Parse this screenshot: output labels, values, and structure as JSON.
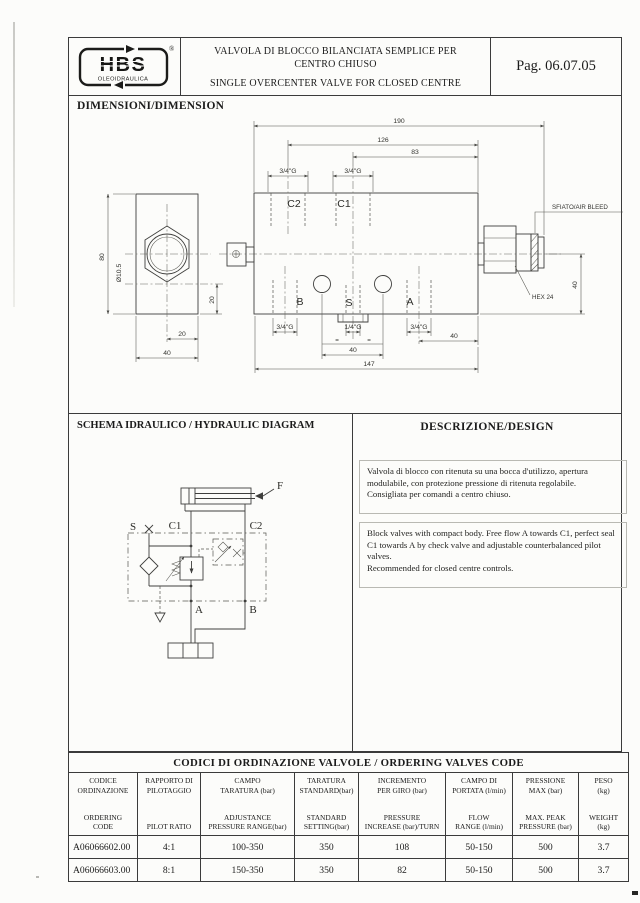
{
  "header": {
    "title_it": "VALVOLA DI BLOCCO BILANCIATA SEMPLICE  PER CENTRO CHIUSO",
    "title_en": "SINGLE OVERCENTER VALVE FOR CLOSED CENTRE",
    "page_no": "Pag. 06.07.05"
  },
  "logo": {
    "text": "HBS",
    "subtext": "OLEOIDRAULICA",
    "registered": "®"
  },
  "sections": {
    "dimensions": {
      "heading": "DIMENSIONI/DIMENSION"
    },
    "schema": {
      "heading": "SCHEMA IDRAULICO / HYDRAULIC DIAGRAM"
    },
    "description": {
      "heading": "DESCRIZIONE/DESIGN",
      "text_it": "Valvola di blocco con ritenuta su una bocca d'utilizzo, apertura modulabile, con protezione pressione di ritenuta regolabile.\nConsigliata per comandi a centro chiuso.",
      "text_en": "Block valves with compact body. Free flow A towards C1, perfect seal C1 towards A by check valve and adjustable counterbalanced pilot valves.\nRecommended for closed centre controls."
    }
  },
  "drawing": {
    "dim_190": "190",
    "dim_126": "126",
    "dim_83": "83",
    "dim_147": "147",
    "dim_80": "80",
    "dim_40": "40",
    "dim_20": "20",
    "dim_dia": "Ø10.5",
    "thread_34": "3/4\"G",
    "thread_14": "1/4\"G",
    "port_c1": "C1",
    "port_c2": "C2",
    "port_a": "A",
    "port_b": "B",
    "port_s": "S",
    "air_bleed": "SFIATO/AIR  BLEED",
    "hex_24": "HEX 24",
    "equal": "="
  },
  "schema": {
    "labels": {
      "s": "S",
      "c1": "C1",
      "c2": "C2",
      "a": "A",
      "b": "B",
      "f": "F"
    }
  },
  "table": {
    "title": "CODICI DI ORDINAZIONE VALVOLE / ORDERING VALVES CODE",
    "columns": [
      {
        "it": "CODICE\nORDINAZIONE",
        "en": "ORDERING\nCODE"
      },
      {
        "it": "RAPPORTO DI\nPILOTAGGIO",
        "en": "PILOT RATIO"
      },
      {
        "it": "CAMPO\nTARATURA (bar)",
        "en": "ADJUSTANCE\nPRESSURE RANGE(bar)"
      },
      {
        "it": "TARATURA\nSTANDARD(bar)",
        "en": "STANDARD\nSETTING(bar)"
      },
      {
        "it": "INCREMENTO\nPER GIRO (bar)",
        "en": "PRESSURE\nINCREASE (bar)/TURN"
      },
      {
        "it": "CAMPO DI\nPORTATA (l/min)",
        "en": "FLOW\nRANGE (l/min)"
      },
      {
        "it": "PRESSIONE\nMAX (bar)",
        "en": "MAX. PEAK\nPRESSURE (bar)"
      },
      {
        "it": "PESO\n(kg)",
        "en": "WEIGHT\n(kg)"
      }
    ],
    "rows": [
      [
        "A06066602.00",
        "4:1",
        "100-350",
        "350",
        "108",
        "50-150",
        "500",
        "3.7"
      ],
      [
        "A06066603.00",
        "8:1",
        "150-350",
        "350",
        "82",
        "50-150",
        "500",
        "3.7"
      ]
    ]
  }
}
